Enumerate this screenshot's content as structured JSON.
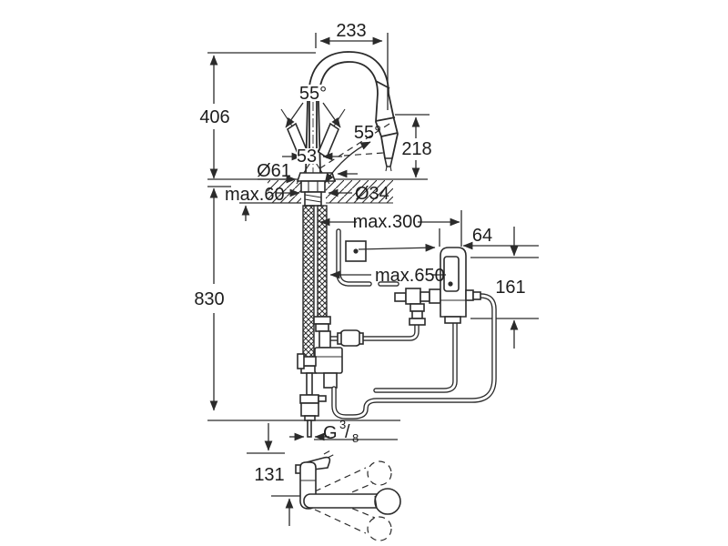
{
  "diagram": {
    "type": "technical-dimension-drawing",
    "subject": "Kitchen faucet with high C-spout and pull-out spray, side elevation with under-counter hose and control-unit installation, plus detached spray-head detail",
    "background_color": "#ffffff",
    "line_color": "#2b2b2b",
    "dimensions": {
      "spout_reach": "233",
      "height_to_outlet": "406",
      "total_height": "830",
      "handle_swing_left": "55°",
      "spray_swing_right": "55°",
      "handle_width": "53",
      "base_diameter": "Ø61",
      "counter_thickness": "max.60",
      "hole_diameter": "Ø34",
      "pullout_extension": "max.300",
      "control_box_width": "64",
      "hose_length": "max.650",
      "control_box_height": "161",
      "outlet_height": "218",
      "thread_g": "G",
      "thread_numerator": "3",
      "thread_slash": "/",
      "thread_denominator": "8",
      "spray_head_height": "131"
    }
  }
}
